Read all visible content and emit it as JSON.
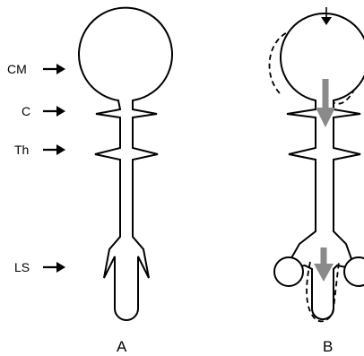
{
  "labels": {
    "cm": "CM",
    "c": "C",
    "th": "Th",
    "ls": "LS"
  },
  "panels": {
    "a": "A",
    "b": "B"
  },
  "colors": {
    "outline": "#000000",
    "flow_arrow": "#8a8a8a",
    "background": "#ffffff"
  }
}
